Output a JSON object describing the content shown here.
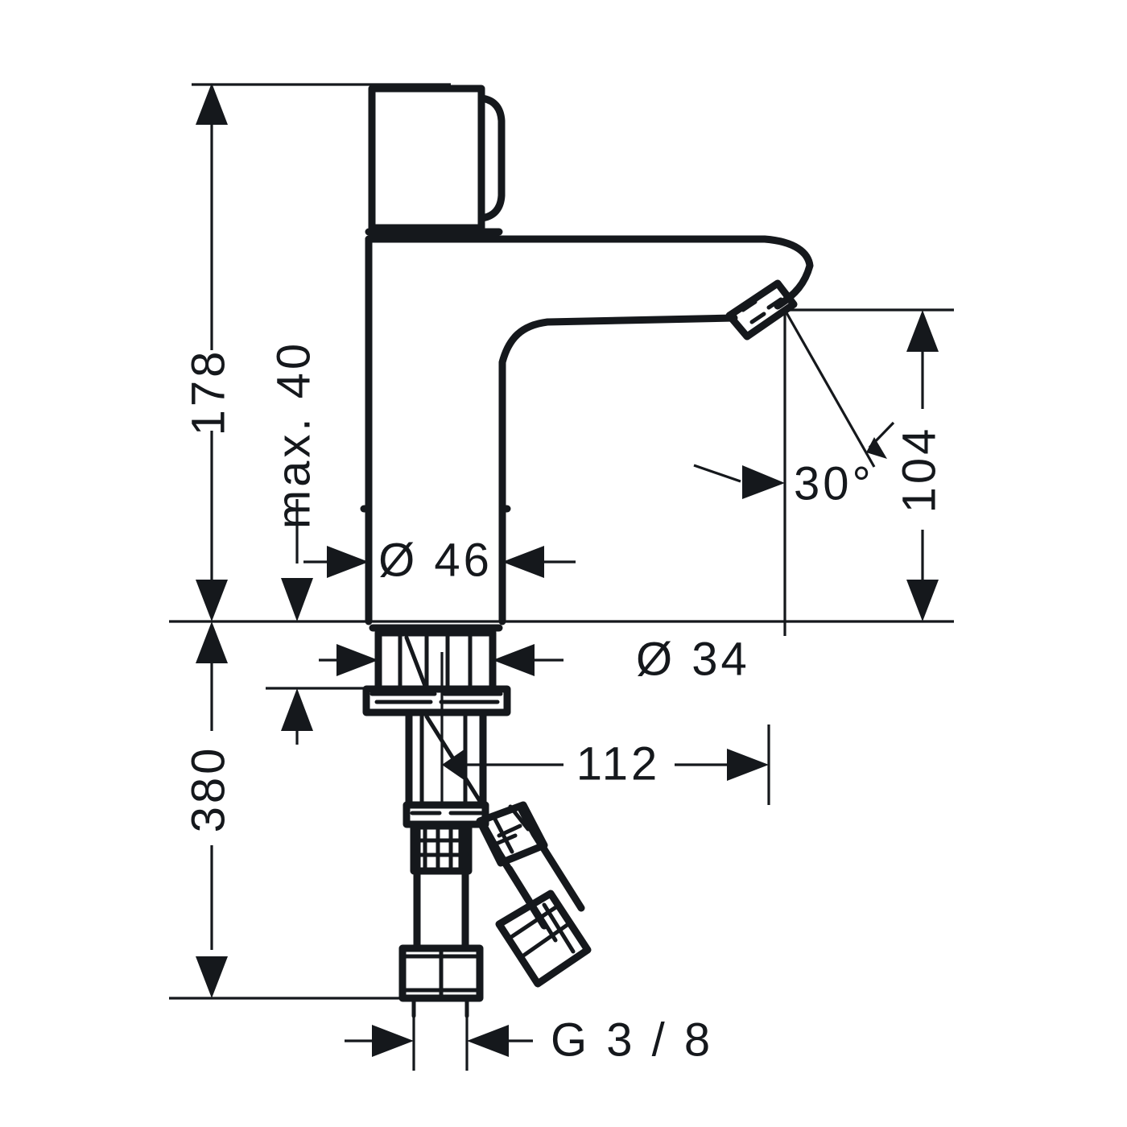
{
  "drawing": {
    "type": "technical-dimension-drawing",
    "subject": "single-lever basin mixer faucet, side elevation",
    "units": "mm",
    "line_color": "#15181c",
    "background_color": "#ffffff"
  },
  "dimensions": {
    "overall_height": "178",
    "max_mounting_thickness": "max. 40",
    "body_diameter": "Ø 46",
    "shank_diameter": "Ø 34",
    "spout_reach": "112",
    "spout_height": "104",
    "spout_angle": "30°",
    "supply_hose_length": "380",
    "connection_thread": "G 3 / 8"
  },
  "labels": [
    {
      "id": "height-178",
      "text": "178",
      "orientation": "vertical"
    },
    {
      "id": "max-40",
      "text": "max. 40",
      "orientation": "vertical"
    },
    {
      "id": "dia-46",
      "text": "Ø 46",
      "orientation": "horizontal"
    },
    {
      "id": "dia-34",
      "text": "Ø 34",
      "orientation": "horizontal"
    },
    {
      "id": "reach-112",
      "text": "112",
      "orientation": "horizontal"
    },
    {
      "id": "height-104",
      "text": "104",
      "orientation": "vertical"
    },
    {
      "id": "angle-30",
      "text": "30°",
      "orientation": "horizontal"
    },
    {
      "id": "hose-380",
      "text": "380",
      "orientation": "vertical"
    },
    {
      "id": "thread-g38",
      "text": "G 3 / 8",
      "orientation": "horizontal"
    }
  ]
}
